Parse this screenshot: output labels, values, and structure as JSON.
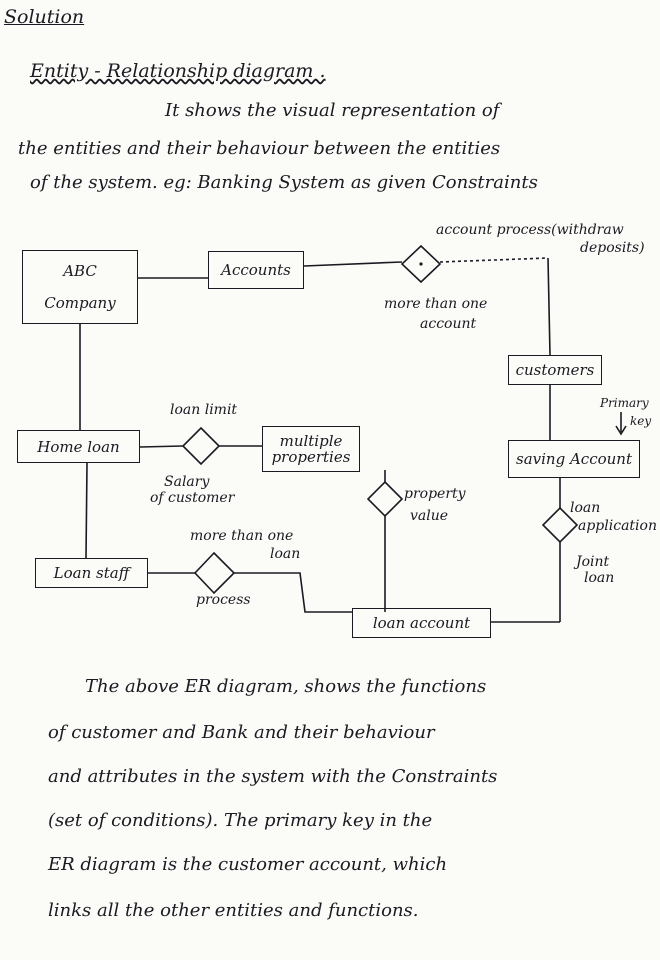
{
  "heading": {
    "solution": "Solution",
    "title": "Entity - Relationship diagram ."
  },
  "intro": [
    "It shows the visual representation of",
    "the entities and their behaviour between the entities",
    "of the system. eg: Banking System as given Constraints"
  ],
  "entities": {
    "abc_company": [
      "ABC",
      "Company"
    ],
    "accounts": "Accounts",
    "customers": "customers",
    "home_loan": "Home loan",
    "multiple_properties": [
      "multiple",
      "properties"
    ],
    "saving_account": "saving Account",
    "loan_staff": "Loan staff",
    "loan_account": "loan account"
  },
  "labels": {
    "account_process": "account process(withdraw",
    "account_process_2": "deposits)",
    "more_than_one_account": [
      "more than one",
      "account"
    ],
    "primary_key": [
      "Primary",
      "key"
    ],
    "loan_limit": "loan limit",
    "salary_of_customer": [
      "Salary",
      "of customer"
    ],
    "property_value": [
      "property",
      "value"
    ],
    "loan_application": [
      "loan",
      "application"
    ],
    "joint_loan": [
      "Joint",
      "loan"
    ],
    "more_than_one_loan": [
      "more than one",
      "loan"
    ],
    "process": "process"
  },
  "conclusion": [
    "The above ER diagram, shows the functions",
    "of customer and Bank and their behaviour",
    "and attributes in the system with the Constraints",
    "(set of conditions). The primary key in the",
    "ER diagram is the customer account, which",
    "links all the other entities and functions."
  ]
}
